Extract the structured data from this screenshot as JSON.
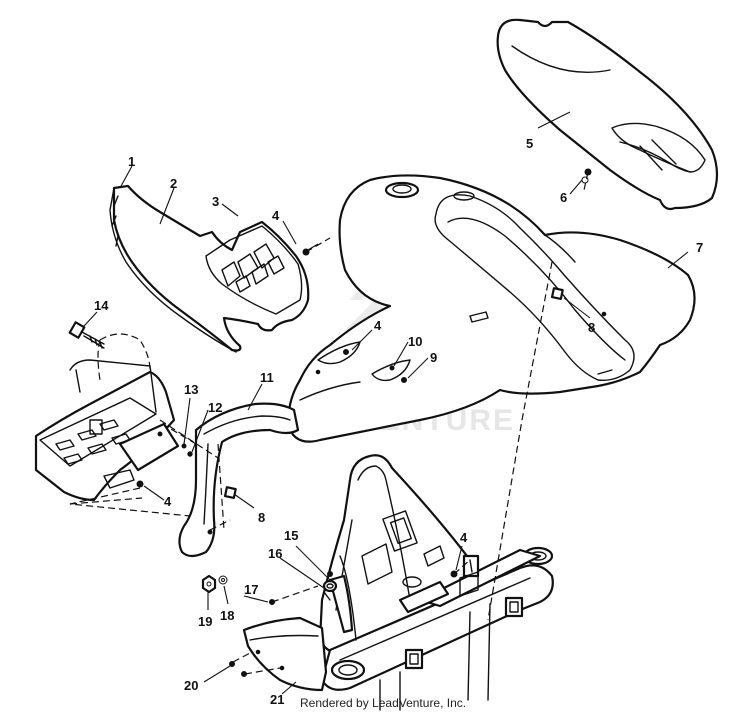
{
  "diagram": {
    "credit": "Rendered by LeadVenture, Inc.",
    "watermark": "LEADVENTURE",
    "callouts": [
      "1",
      "2",
      "3",
      "4",
      "5",
      "6",
      "7",
      "8",
      "9",
      "10",
      "11",
      "12",
      "13",
      "14",
      "15",
      "16",
      "17",
      "18",
      "19",
      "20",
      "21"
    ],
    "repeat_callouts": {
      "part_4": "4",
      "part_8": "8"
    },
    "colors": {
      "line": "#111111",
      "background": "#ffffff",
      "watermark": "#e6e6e6"
    }
  }
}
